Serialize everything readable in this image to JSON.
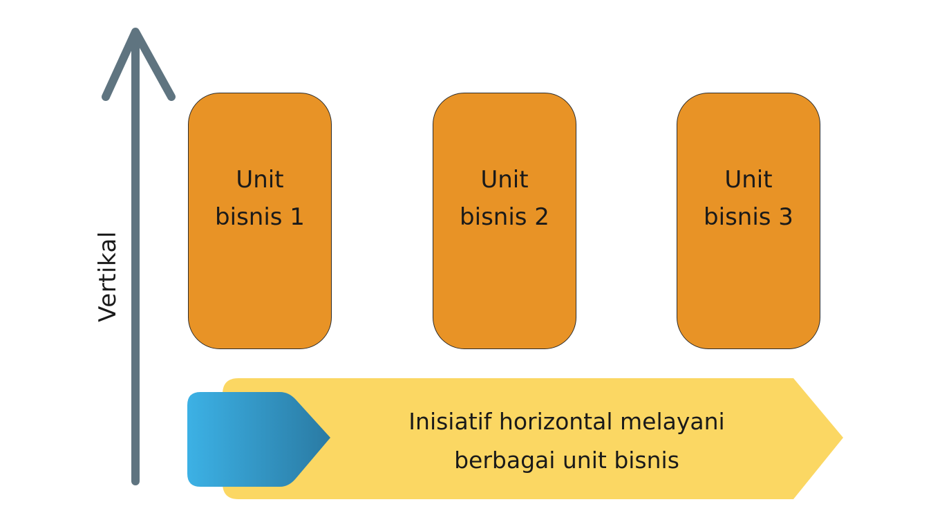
{
  "axis": {
    "label": "Vertikal"
  },
  "units": [
    {
      "line1": "Unit",
      "line2": "bisnis 1"
    },
    {
      "line1": "Unit",
      "line2": "bisnis 2"
    },
    {
      "line1": "Unit",
      "line2": "bisnis 3"
    }
  ],
  "banner": {
    "line1": "Inisiatif horizontal melayani",
    "line2": "berbagai unit bisnis"
  },
  "colors": {
    "background": "#ffffff",
    "axis_arrow": "#5f7480",
    "unit_fill": "#e89326",
    "banner_fill": "#fbd763",
    "tab_gradient_start": "#3cb1e5",
    "tab_gradient_end": "#2a7aa3"
  }
}
